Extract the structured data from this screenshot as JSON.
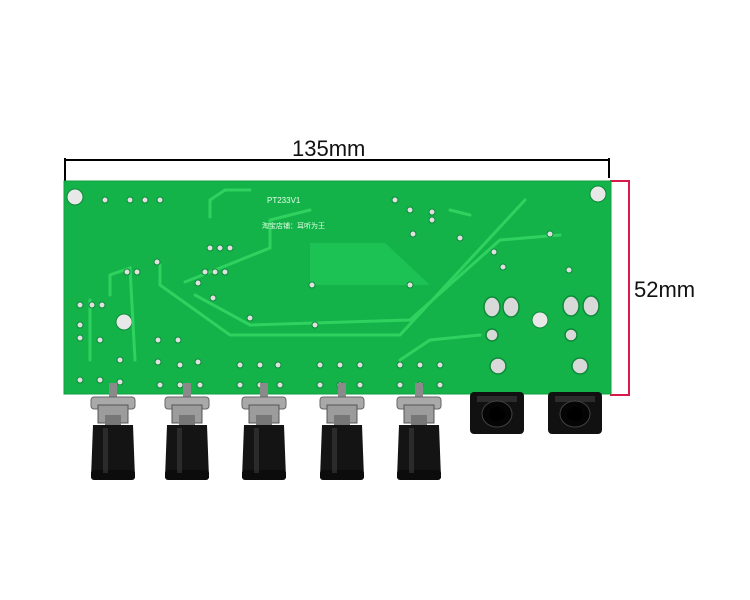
{
  "dimensions": {
    "width_label": "135mm",
    "height_label": "52mm"
  },
  "board": {
    "model_text": "PT233V1",
    "shop_text": "淘宝店铺：耳听为王",
    "pcb_color": "#16b84e",
    "trace_color": "#2fd25f"
  },
  "colors": {
    "width_line": "#000000",
    "height_line": "#d8194a",
    "knob": "#111111",
    "metal": "#9a9a9a"
  },
  "components": {
    "knob_count": 5,
    "jack_count": 2
  }
}
